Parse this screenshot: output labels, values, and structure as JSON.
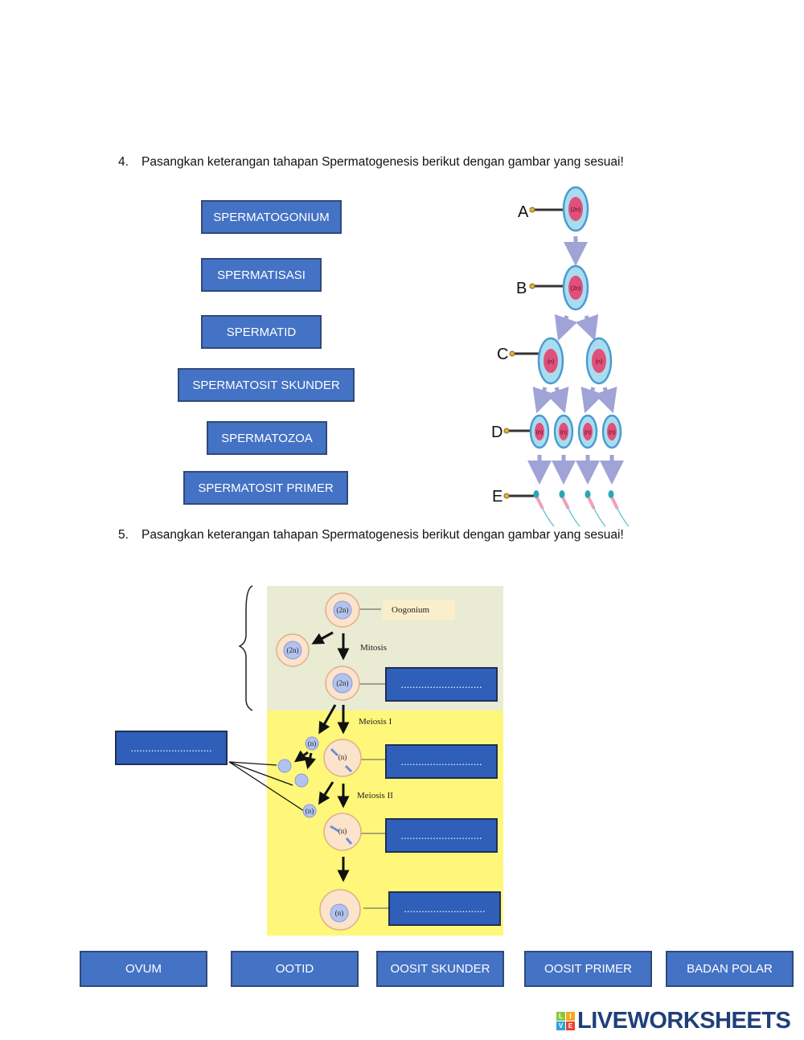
{
  "questions": [
    {
      "number": "4.",
      "text": "Pasangkan keterangan tahapan Spermatogenesis berikut dengan gambar  yang sesuai!"
    },
    {
      "number": "5.",
      "text": "Pasangkan keterangan tahapan Spermatogenesis berikut dengan gambar  yang sesuai!"
    }
  ],
  "q4_options": [
    "SPERMATOGONIUM",
    "SPERMATISASI",
    "SPERMATID",
    "SPERMATOSIT SKUNDER",
    "SPERMATOZOA",
    "SPERMATOSIT PRIMER"
  ],
  "q4_diagram": {
    "labels": [
      "A",
      "B",
      "C",
      "D",
      "E"
    ],
    "ploidy_2n": "(2n)",
    "ploidy_n": "(n)"
  },
  "q5_diagram": {
    "oogonium": "Oogonium",
    "mitosis": "Mitosis",
    "meiosis1": "Meiosis I",
    "meiosis2": "Meiosis II",
    "ploidy_2n": "(2n)",
    "ploidy_n": "(n)",
    "blank": "............................"
  },
  "q5_options": [
    "OVUM",
    "OOTID",
    "OOSIT SKUNDER",
    "OOSIT PRIMER",
    "BADAN POLAR"
  ],
  "logo": {
    "text": "LIVEWORKSHEETS",
    "letters": [
      "L",
      "I",
      "V",
      "E"
    ]
  },
  "colors": {
    "box": "#4472c4",
    "cell": "#a9dcef",
    "nucleus": "#e0507a",
    "yellow": "#fef77a"
  }
}
